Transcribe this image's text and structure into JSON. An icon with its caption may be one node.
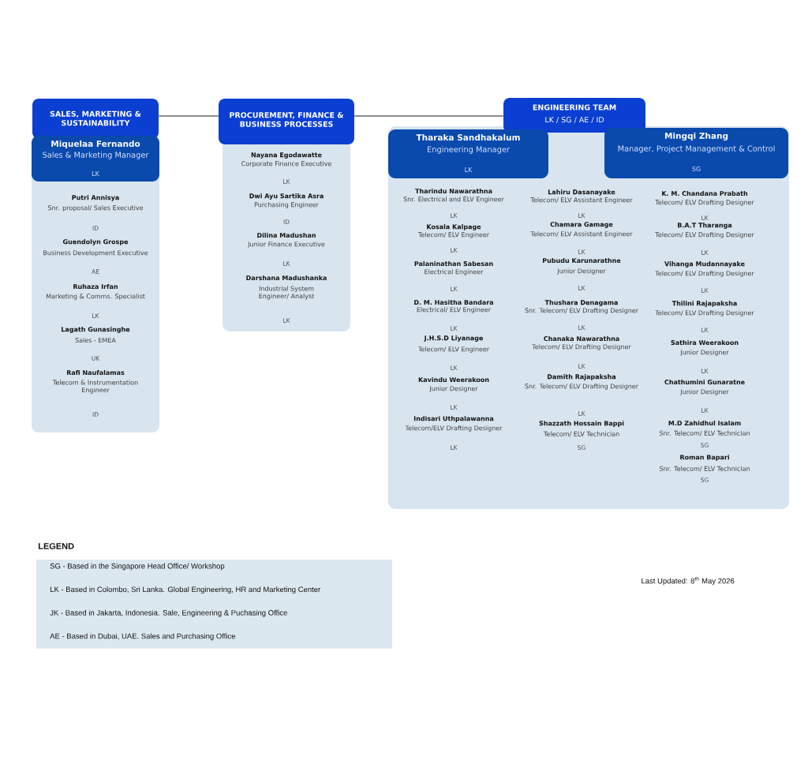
{
  "diagram": {
    "nodes": [
      {
        "text": [
          "SALES, MARKETING & SUSTAINABILITY"
        ]
      },
      {
        "text": [
          "Putri Annisya",
          "Snr. proposal/ Sales Executive",
          "ID",
          "Guendolyn Grospe",
          "Business Development Executive",
          "AE",
          "Ruhaza Irfan",
          "Marketing & Comms. Specialist",
          "LK",
          "Lagath Gunasinghe",
          "Sales - EMEA",
          "UK",
          "Rafi Naufalamas",
          "Telecom & Instrumentation Engineer",
          "ID"
        ]
      },
      {
        "text": [
          "Miquelaa Fernando",
          "Sales & Marketing Manager",
          "LK"
        ],
        "in": 1
      },
      {
        "text": [
          "PROCUREMENT, FINANCE & BUSINESS PROCESSES"
        ]
      },
      {
        "text": [
          "Nayana Egodawatte",
          "Corporate Finance Executive",
          "LK",
          "Dwi Ayu Sartika Asra",
          "Purchasing Engineer",
          "ID",
          "Dilina Madushan",
          "Junior Finance Executive",
          "LK",
          "Darshana Madushanka",
          "Industrial System Engineer/ Analyst",
          "LK"
        ]
      },
      {
        "text": [
          "ENGINEERING TEAM",
          "LK / SG / AE / ID"
        ]
      },
      {
        "text": [
          "Tharindu Nawarathna",
          "Snr. Electrical and ELV Engineer",
          "LK",
          "Kosala Kalpage",
          "Telecom/ ELV Engineer",
          "LK",
          "Palaninathan Sabesan",
          "Electrical Engineer",
          "LK",
          "D. M. Hasitha Bandara",
          "Electrical/ ELV Engineer",
          "LK",
          "J.H.S.D Liyanage",
          "Telecom/ ELV Engineer",
          "LK",
          "Kavindu Weerakoon",
          "Junior Designer",
          "LK",
          "Indisari Uthpalawanna",
          "Telecom/ELV Drafting Designer",
          "LK",
          "Lahiru Dasanayake",
          "Telecom/ ELV Assistant Engineer",
          "LK",
          "Chamara Gamage",
          "Telecom/ ELV Assistant Engineer",
          "LK",
          "Pubudu Karunarathne",
          "Junior Designer",
          "LK",
          "Thushara Denagama",
          "Snr. Telecom/ ELV Drafting Designer",
          "LK",
          "Chanaka Nawarathna",
          "Telecom/ ELV Drafting Designer",
          "LK",
          "Damith Rajapaksha",
          "Snr. Telecom/ ELV Drafting Designer",
          "LK",
          "Shazzath Hossain Bappi",
          "Telecom/ ELV Technician",
          "SG",
          "K. M. Chandana Prabath",
          "Telecom/ ELV Drafting Designer",
          "LK",
          "B.A.T Tharanga",
          "Telecom/ ELV Drafting Designer",
          "LK",
          "Vihanga Mudannayake",
          "Telecom/ ELV Drafting Designer",
          "LK",
          "Thilini Rajapaksha",
          "Telecom/ ELV Drafting Designer",
          "LK",
          "Sathira Weerakoon",
          "Junior Designer",
          "LK",
          "Chathumini Gunaratne",
          "Junior Designer",
          "LK",
          "M.D Zahidhul Isalam",
          "Snr. Telecom/ ELV Technician",
          "SG",
          "Roman Bapari",
          "Snr. Telecom/ ELV Technician",
          "SG"
        ]
      },
      {
        "text": [
          "Tharaka Sandhakalum",
          "Engineering Manager",
          "LK"
        ],
        "in": 6
      },
      {
        "text": [
          "Mingqi Zhang",
          "Manager, Project Management & Control",
          "SG"
        ],
        "in": 6
      }
    ],
    "edges": [
      {
        "from": 0,
        "to": 3,
        "arrow": "none"
      },
      {
        "from": 3,
        "to": 5,
        "arrow": "none"
      }
    ],
    "labels": [
      "LEGEND",
      "Last Updated: 8$^{th}$ May 2026"
    ],
    "legend": [
      {
        "text": "SG - Based in the Singapore Head Office/ Workshop"
      },
      {
        "text": "LK - Based in Colombo, Sri Lanka. Global Engineering, HR and Marketing Center"
      },
      {
        "text": "JK - Based in Jakarta, Indonesia. Sale, Engineering & Puchasing Office"
      },
      {
        "text": "AE - Based in Dubai, UAE. Sales and Purchasing Office"
      }
    ]
  }
}
